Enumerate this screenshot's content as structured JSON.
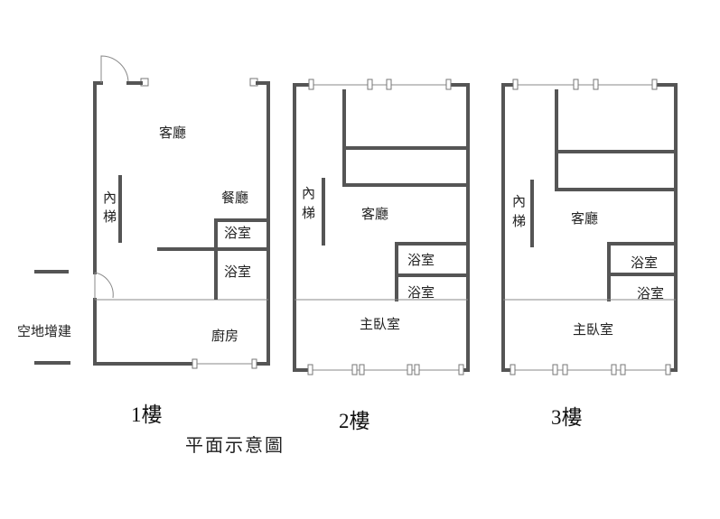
{
  "floor1": {
    "living_room": "客廳",
    "stair": [
      "內",
      "梯"
    ],
    "dining": "餐廳",
    "bath_upper": "浴室",
    "bath_lower": "浴室",
    "kitchen": "廚房",
    "outdoor": "空地增建",
    "floor_label": "1樓"
  },
  "floor2": {
    "stair": [
      "內",
      "梯"
    ],
    "living_room": "客廳",
    "bath_upper": "浴室",
    "bath_lower": "浴室",
    "master_bedroom": "主臥室",
    "floor_label": "2樓"
  },
  "floor3": {
    "stair": [
      "內",
      "梯"
    ],
    "living_room": "客廳",
    "bath_upper": "浴室",
    "bath_lower": "浴室",
    "master_bedroom": "主臥室",
    "floor_label": "3樓"
  },
  "title": "平面示意圖"
}
